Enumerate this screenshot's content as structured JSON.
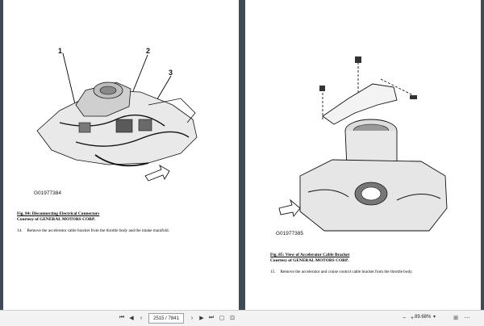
{
  "left_page": {
    "callouts": [
      "1",
      "2",
      "3"
    ],
    "figure_id": "G01977384",
    "caption_title": "Fig. 84: Disconnecting Electrical Connectors",
    "caption_courtesy": "Courtesy of GENERAL MOTORS CORP.",
    "step_number": "14.",
    "step_text": "Remove the accelerator cable bracket from the throttle body and the intake manifold."
  },
  "right_page": {
    "figure_id": "G01977385",
    "caption_title": "Fig. 85: View of Accelerator Cable Bracket",
    "caption_courtesy": "Courtesy of GENERAL MOTORS CORP.",
    "step_number": "15.",
    "step_text": "Remove the accelerator and cruise control cable bracket from the throttle body."
  },
  "toolbar": {
    "page_indicator": "2515 / 7841",
    "zoom_level": "89.68%",
    "icons": [
      "first-page-icon",
      "prev-page-icon",
      "next-page-icon",
      "last-page-icon",
      "fit-page-icon",
      "fit-width-icon",
      "zoom-out-icon",
      "zoom-in-icon",
      "zoom-dropdown-icon",
      "more-icon"
    ]
  }
}
